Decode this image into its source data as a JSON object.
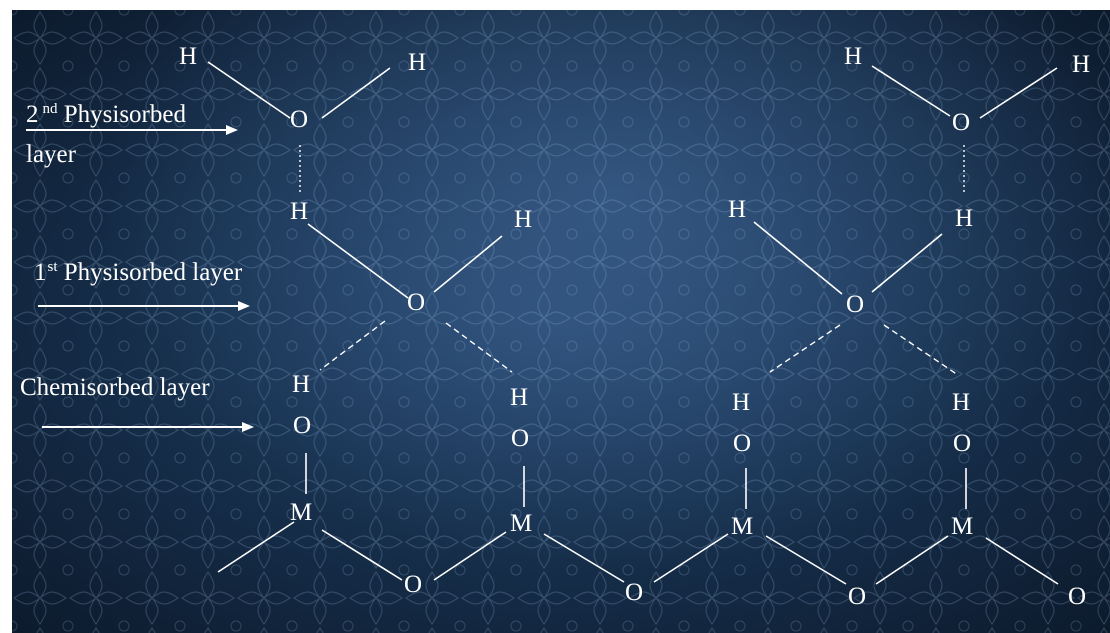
{
  "background_color": "#1b3a5c",
  "text_color": "#ffffff",
  "labels": {
    "second_layer_line1_a": "2",
    "second_layer_line1_sup": "nd",
    "second_layer_line1_b": " Physisorbed",
    "second_layer_line2": "layer",
    "first_layer_a": "1",
    "first_layer_sup": "st",
    "first_layer_b": " Physisorbed layer",
    "chemisorbed": "Chemisorbed layer"
  },
  "atoms": {
    "hydrogen": "H",
    "oxygen": "O",
    "metal": "M"
  }
}
